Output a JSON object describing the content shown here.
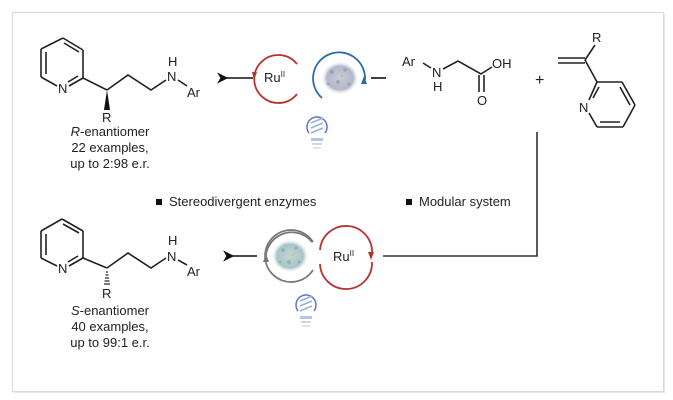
{
  "top_product": {
    "atoms": {
      "ring_n": "N",
      "nh_h": "H",
      "nh_n": "N",
      "ar": "Ar",
      "r": "R"
    },
    "stereo": "wedge",
    "caption_prefix": "R",
    "caption_suffix": "-enantiomer",
    "examples": "22 examples,",
    "er": "up to 2:98 e.r."
  },
  "bottom_product": {
    "atoms": {
      "ring_n": "N",
      "nh_h": "H",
      "nh_n": "N",
      "ar": "Ar",
      "r": "R"
    },
    "stereo": "hash",
    "caption_prefix": "S",
    "caption_suffix": "-enantiomer",
    "examples": "40 examples,",
    "er": "up to 99:1 e.r."
  },
  "reagents": {
    "glycine": {
      "ar": "Ar",
      "n": "N",
      "h": "H",
      "oh": "OH",
      "o": "O"
    },
    "plus": "+",
    "vinylpyridine": {
      "r": "R",
      "n": "N"
    }
  },
  "catalysis": {
    "top": {
      "metal": "Ru",
      "oxidation": "II",
      "enzyme_color": "#2e6aa6",
      "metal_cycle_color": "#b8312f"
    },
    "bottom": {
      "metal": "Ru",
      "oxidation": "II",
      "enzyme_color": "#777777",
      "metal_cycle_color": "#b8312f"
    },
    "light_icon_color": "#5a79c0"
  },
  "features": [
    {
      "label": "Stereodivergent enzymes"
    },
    {
      "label": "Modular system"
    }
  ]
}
